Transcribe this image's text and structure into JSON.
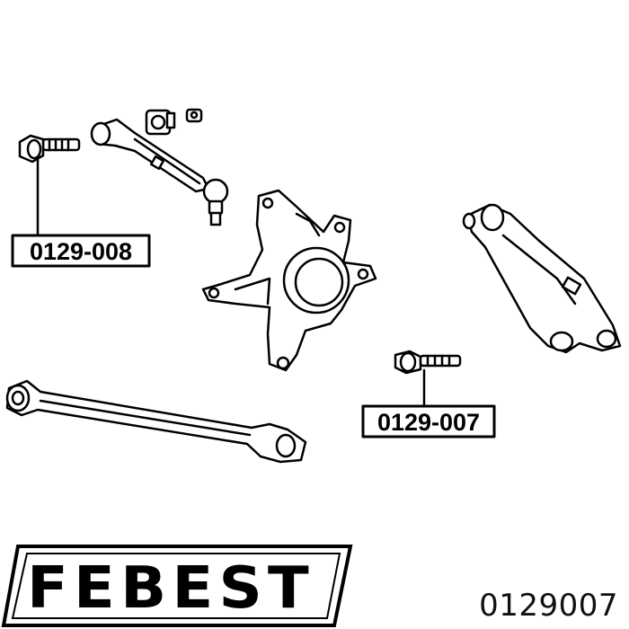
{
  "callouts": [
    {
      "label": "0129-008"
    },
    {
      "label": "0129-007"
    }
  ],
  "brand": {
    "name": "FEBEST"
  },
  "part_number": "0129007"
}
